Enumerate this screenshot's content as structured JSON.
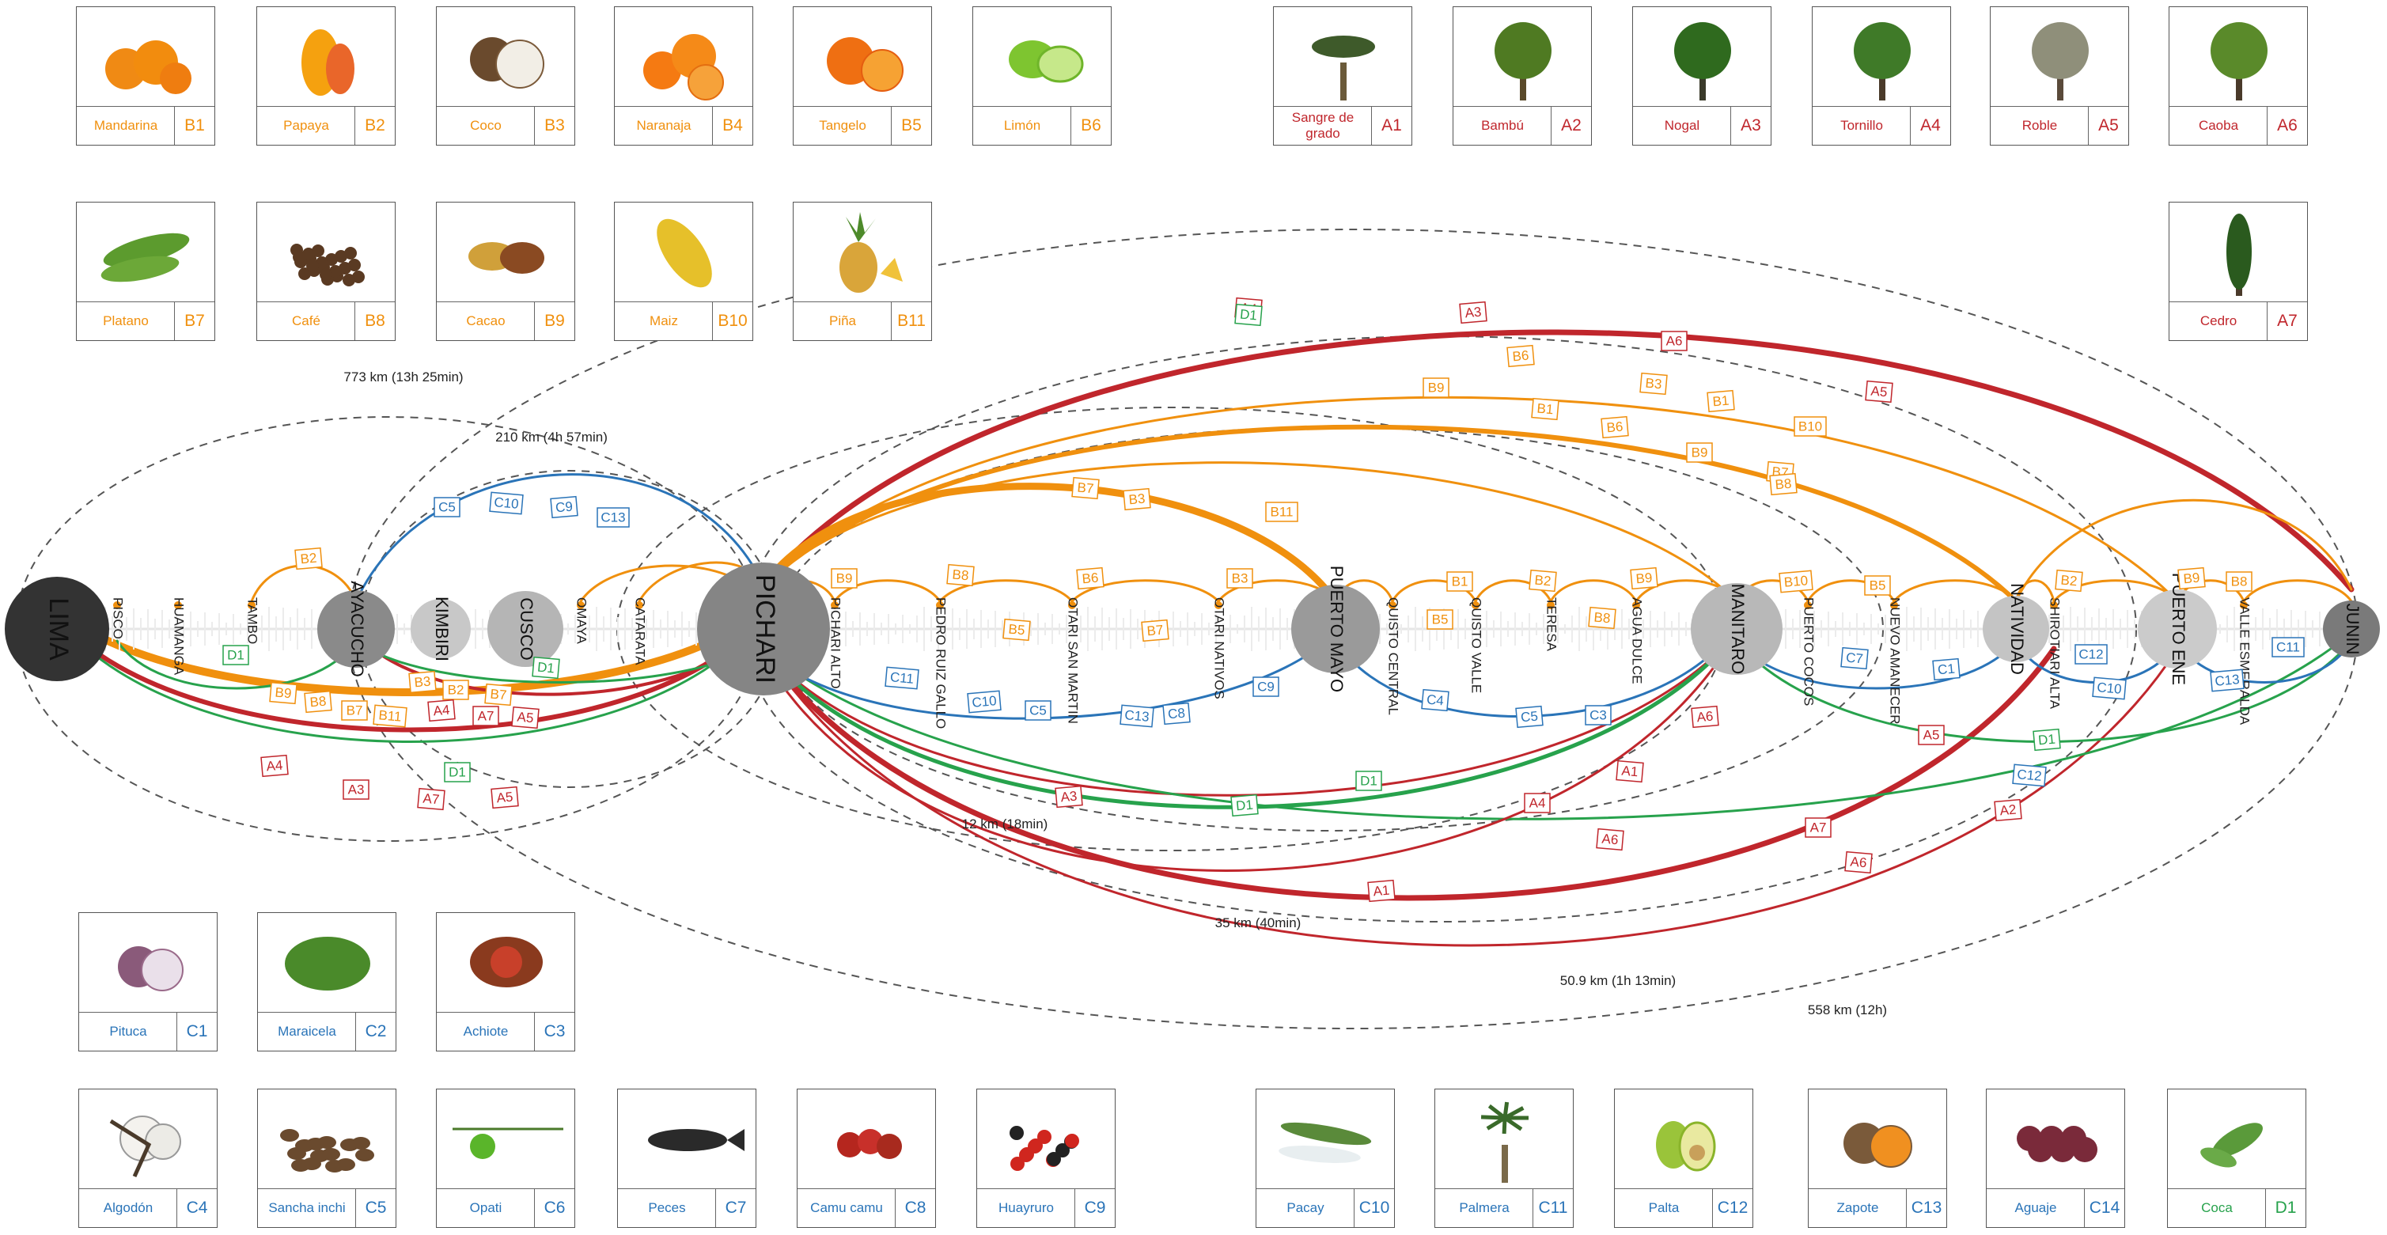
{
  "colors": {
    "B": "#f0900e",
    "A": "#c0262c",
    "C": "#2a74b8",
    "D": "#27a24c"
  },
  "towns": [
    {
      "name": "LIMA",
      "type": "major",
      "fill": "#333333"
    },
    {
      "name": "PISCO",
      "type": "stop"
    },
    {
      "name": "HUAMANGA",
      "type": "stop"
    },
    {
      "name": "TAMBO",
      "type": "stop"
    },
    {
      "name": "AYACUCHO",
      "type": "hub",
      "fill": "#8a8a8a"
    },
    {
      "name": "KIMBIRI",
      "type": "hub",
      "fill": "#c8c8c8"
    },
    {
      "name": "CUSCO",
      "type": "hub",
      "fill": "#b5b5b5"
    },
    {
      "name": "OMAYA",
      "type": "stop"
    },
    {
      "name": "CATARATA",
      "type": "stop"
    },
    {
      "name": "PICHARI",
      "type": "major",
      "fill": "#858585"
    },
    {
      "name": "PICHARI ALTO",
      "type": "stop"
    },
    {
      "name": "PEDRO RUIZ GALLO",
      "type": "stop"
    },
    {
      "name": "OTARI SAN MARTIN",
      "type": "stop"
    },
    {
      "name": "OTARI NATIVOS",
      "type": "stop"
    },
    {
      "name": "PUERTO MAYO",
      "type": "hub",
      "fill": "#9a9a9a"
    },
    {
      "name": "QUISTO CENTRAL",
      "type": "stop"
    },
    {
      "name": "QUISTO VALLE",
      "type": "stop"
    },
    {
      "name": "TERESA",
      "type": "stop"
    },
    {
      "name": "AGUA DULCE",
      "type": "stop"
    },
    {
      "name": "MANITARO",
      "type": "hub",
      "fill": "#b8b8b8"
    },
    {
      "name": "PUERTO COCOS",
      "type": "stop"
    },
    {
      "name": "NUEVO AMANECER",
      "type": "stop"
    },
    {
      "name": "NATIVIDAD",
      "type": "hub",
      "fill": "#c4c4c4"
    },
    {
      "name": "SHIROTIARI ALTA",
      "type": "stop"
    },
    {
      "name": "PUERTO ENE",
      "type": "hub",
      "fill": "#cbcbcb"
    },
    {
      "name": "VALLE ESMERALDA",
      "type": "stop"
    },
    {
      "name": "JUNIN",
      "type": "hub",
      "fill": "#7a7a7a"
    }
  ],
  "distances": [
    "773 km (13h 25min)",
    "210 km (4h 57min)",
    "12 km (18min)",
    "35 km (40min)",
    "50.9 km (1h 13min)",
    "558 km (12h)"
  ],
  "cards": [
    {
      "name": "Mandarina",
      "code": "B1",
      "group": "fr",
      "icon": "mandarin-icon"
    },
    {
      "name": "Papaya",
      "code": "B2",
      "group": "fr",
      "icon": "papaya-icon"
    },
    {
      "name": "Coco",
      "code": "B3",
      "group": "fr",
      "icon": "coconut-icon"
    },
    {
      "name": "Naranaja",
      "code": "B4",
      "group": "fr",
      "icon": "orange-icon"
    },
    {
      "name": "Tangelo",
      "code": "B5",
      "group": "fr",
      "icon": "tangelo-icon"
    },
    {
      "name": "Limón",
      "code": "B6",
      "group": "fr",
      "icon": "lime-icon"
    },
    {
      "name": "Platano",
      "code": "B7",
      "group": "fr",
      "icon": "plantain-icon"
    },
    {
      "name": "Café",
      "code": "B8",
      "group": "fr",
      "icon": "coffee-icon"
    },
    {
      "name": "Cacao",
      "code": "B9",
      "group": "fr",
      "icon": "cacao-icon"
    },
    {
      "name": "Maiz",
      "code": "B10",
      "group": "fr",
      "icon": "corn-icon"
    },
    {
      "name": "Piña",
      "code": "B11",
      "group": "fr",
      "icon": "pineapple-icon"
    },
    {
      "name": "Sangre de grado",
      "code": "A1",
      "group": "tr",
      "icon": "dragon-tree-icon"
    },
    {
      "name": "Bambú",
      "code": "A2",
      "group": "tr",
      "icon": "bamboo-icon"
    },
    {
      "name": "Nogal",
      "code": "A3",
      "group": "tr",
      "icon": "walnut-tree-icon"
    },
    {
      "name": "Tornillo",
      "code": "A4",
      "group": "tr",
      "icon": "tornillo-tree-icon"
    },
    {
      "name": "Roble",
      "code": "A5",
      "group": "tr",
      "icon": "oak-tree-icon"
    },
    {
      "name": "Caoba",
      "code": "A6",
      "group": "tr",
      "icon": "mahogany-tree-icon"
    },
    {
      "name": "Cedro",
      "code": "A7",
      "group": "tr",
      "icon": "cedar-tree-icon"
    },
    {
      "name": "Pituca",
      "code": "C1",
      "group": "pl",
      "icon": "pituca-icon"
    },
    {
      "name": "Maraicela",
      "code": "C2",
      "group": "pl",
      "icon": "maraicela-icon"
    },
    {
      "name": "Achiote",
      "code": "C3",
      "group": "pl",
      "icon": "achiote-icon"
    },
    {
      "name": "Algodón",
      "code": "C4",
      "group": "pl",
      "icon": "cotton-icon"
    },
    {
      "name": "Sancha inchi",
      "code": "C5",
      "group": "pl",
      "icon": "sacha-inchi-icon"
    },
    {
      "name": "Opati",
      "code": "C6",
      "group": "pl",
      "icon": "opati-icon"
    },
    {
      "name": "Peces",
      "code": "C7",
      "group": "pl",
      "icon": "fish-icon"
    },
    {
      "name": "Camu camu",
      "code": "C8",
      "group": "pl",
      "icon": "camu-camu-icon"
    },
    {
      "name": "Huayruro",
      "code": "C9",
      "group": "pl",
      "icon": "huayruro-icon"
    },
    {
      "name": "Pacay",
      "code": "C10",
      "group": "pl",
      "icon": "pacay-icon"
    },
    {
      "name": "Palmera",
      "code": "C11",
      "group": "pl",
      "icon": "palm-icon"
    },
    {
      "name": "Palta",
      "code": "C12",
      "group": "pl",
      "icon": "avocado-icon"
    },
    {
      "name": "Zapote",
      "code": "C13",
      "group": "pl",
      "icon": "zapote-icon"
    },
    {
      "name": "Aguaje",
      "code": "C14",
      "group": "pl",
      "icon": "aguaje-icon"
    },
    {
      "name": "Coca",
      "code": "D1",
      "group": "cc",
      "icon": "coca-leaf-icon"
    }
  ],
  "route_tags": [
    {
      "code": "B2",
      "c": "B"
    },
    {
      "code": "D1",
      "c": "D"
    },
    {
      "code": "B9",
      "c": "B"
    },
    {
      "code": "B8",
      "c": "B"
    },
    {
      "code": "B7",
      "c": "B"
    },
    {
      "code": "B11",
      "c": "B"
    },
    {
      "code": "B3",
      "c": "B"
    },
    {
      "code": "B2",
      "c": "B"
    },
    {
      "code": "B7",
      "c": "B"
    },
    {
      "code": "A4",
      "c": "A"
    },
    {
      "code": "A7",
      "c": "A"
    },
    {
      "code": "A5",
      "c": "A"
    },
    {
      "code": "A4",
      "c": "A"
    },
    {
      "code": "A3",
      "c": "A"
    },
    {
      "code": "A7",
      "c": "A"
    },
    {
      "code": "A5",
      "c": "A"
    },
    {
      "code": "D1",
      "c": "D"
    },
    {
      "code": "D1",
      "c": "D"
    },
    {
      "code": "D1",
      "c": "D"
    },
    {
      "code": "C5",
      "c": "C"
    },
    {
      "code": "C10",
      "c": "C"
    },
    {
      "code": "C9",
      "c": "C"
    },
    {
      "code": "C13",
      "c": "C"
    },
    {
      "code": "A4",
      "c": "A"
    },
    {
      "code": "A3",
      "c": "A"
    },
    {
      "code": "A6",
      "c": "A"
    },
    {
      "code": "A5",
      "c": "A"
    },
    {
      "code": "B6",
      "c": "B"
    },
    {
      "code": "B9",
      "c": "B"
    },
    {
      "code": "B3",
      "c": "B"
    },
    {
      "code": "B1",
      "c": "B"
    },
    {
      "code": "B10",
      "c": "B"
    },
    {
      "code": "B1",
      "c": "B"
    },
    {
      "code": "B6",
      "c": "B"
    },
    {
      "code": "B9",
      "c": "B"
    },
    {
      "code": "B7",
      "c": "B"
    },
    {
      "code": "B8",
      "c": "B"
    },
    {
      "code": "B11",
      "c": "B"
    },
    {
      "code": "B7",
      "c": "B"
    },
    {
      "code": "B3",
      "c": "B"
    },
    {
      "code": "B9",
      "c": "B"
    },
    {
      "code": "B8",
      "c": "B"
    },
    {
      "code": "B6",
      "c": "B"
    },
    {
      "code": "B3",
      "c": "B"
    },
    {
      "code": "B5",
      "c": "B"
    },
    {
      "code": "B7",
      "c": "B"
    },
    {
      "code": "B1",
      "c": "B"
    },
    {
      "code": "B2",
      "c": "B"
    },
    {
      "code": "B9",
      "c": "B"
    },
    {
      "code": "B5",
      "c": "B"
    },
    {
      "code": "B8",
      "c": "B"
    },
    {
      "code": "B10",
      "c": "B"
    },
    {
      "code": "B5",
      "c": "B"
    },
    {
      "code": "B2",
      "c": "B"
    },
    {
      "code": "B9",
      "c": "B"
    },
    {
      "code": "B8",
      "c": "B"
    },
    {
      "code": "C11",
      "c": "C"
    },
    {
      "code": "C10",
      "c": "C"
    },
    {
      "code": "C5",
      "c": "C"
    },
    {
      "code": "C13",
      "c": "C"
    },
    {
      "code": "C8",
      "c": "C"
    },
    {
      "code": "C9",
      "c": "C"
    },
    {
      "code": "C4",
      "c": "C"
    },
    {
      "code": "C5",
      "c": "C"
    },
    {
      "code": "C3",
      "c": "C"
    },
    {
      "code": "C7",
      "c": "C"
    },
    {
      "code": "C1",
      "c": "C"
    },
    {
      "code": "C12",
      "c": "C"
    },
    {
      "code": "C10",
      "c": "C"
    },
    {
      "code": "C13",
      "c": "C"
    },
    {
      "code": "C11",
      "c": "C"
    },
    {
      "code": "C12",
      "c": "C"
    },
    {
      "code": "D1",
      "c": "D"
    },
    {
      "code": "D1",
      "c": "D"
    },
    {
      "code": "D1",
      "c": "D"
    },
    {
      "code": "A3",
      "c": "A"
    },
    {
      "code": "A4",
      "c": "A"
    },
    {
      "code": "A1",
      "c": "A"
    },
    {
      "code": "A6",
      "c": "A"
    },
    {
      "code": "A5",
      "c": "A"
    },
    {
      "code": "A6",
      "c": "A"
    },
    {
      "code": "A1",
      "c": "A"
    },
    {
      "code": "A7",
      "c": "A"
    },
    {
      "code": "A6",
      "c": "A"
    },
    {
      "code": "A2",
      "c": "A"
    }
  ]
}
